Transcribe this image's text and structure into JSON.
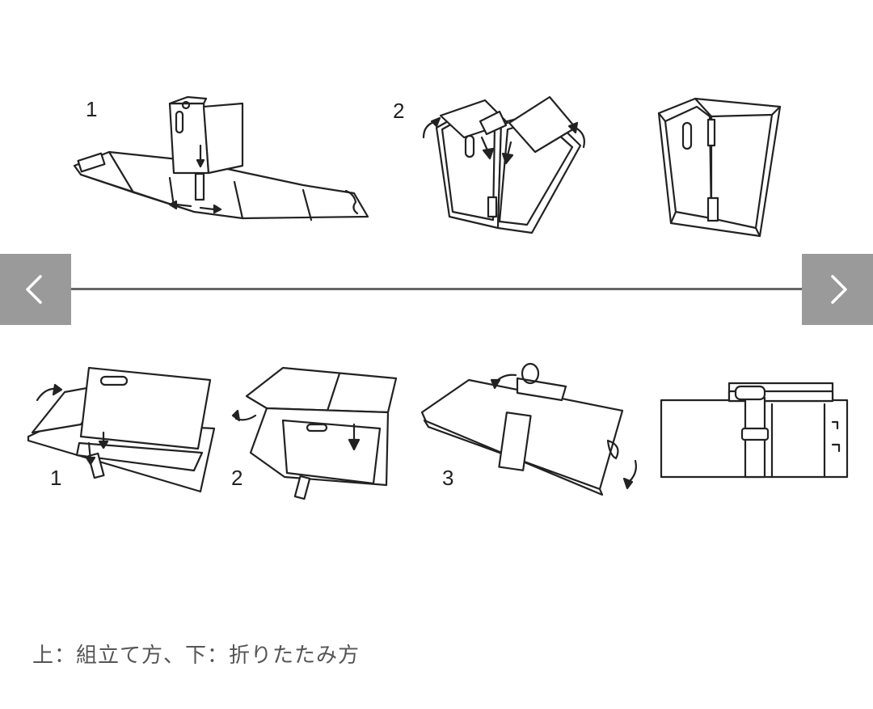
{
  "assembly": {
    "steps": [
      "1",
      "2"
    ]
  },
  "folding": {
    "steps": [
      "1",
      "2",
      "3"
    ]
  },
  "carousel": {
    "prev_icon": "chevron-left-icon",
    "next_icon": "chevron-right-icon",
    "button_color": "#9a9a9a"
  },
  "caption": "上：組立て方、下：折りたたみ方"
}
